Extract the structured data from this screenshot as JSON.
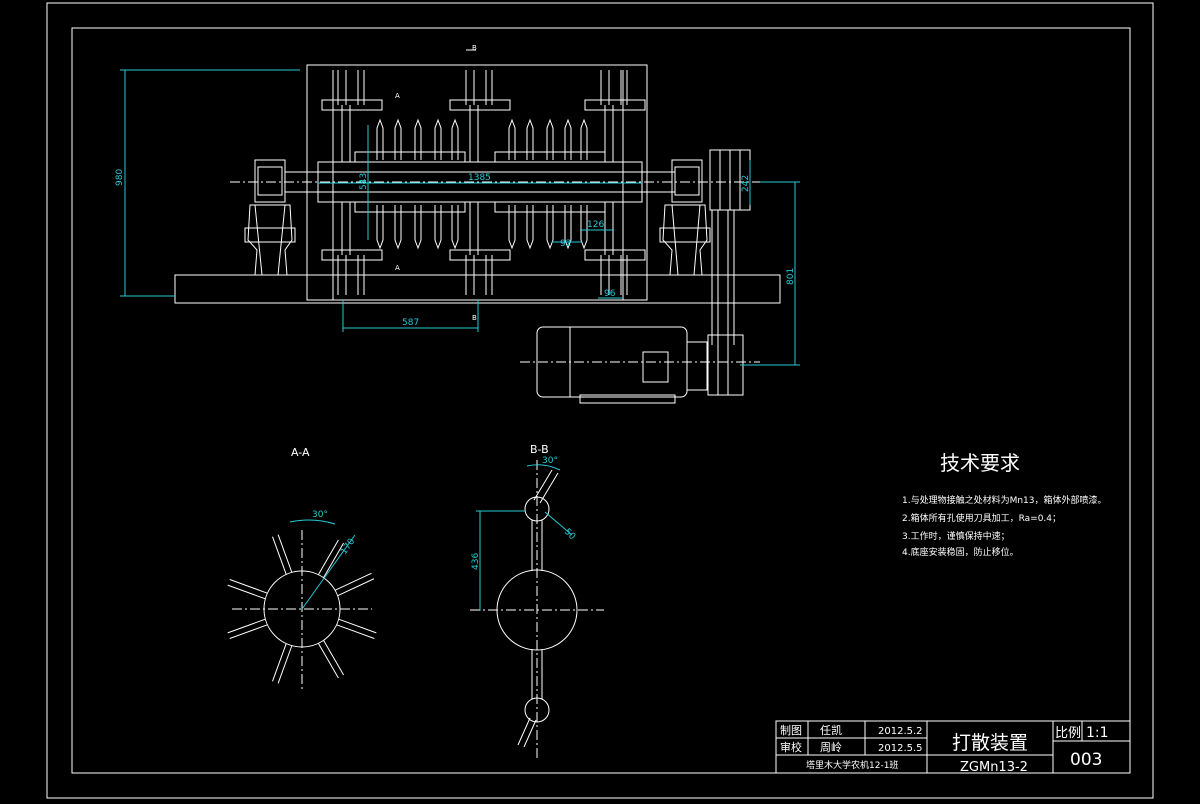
{
  "drawing": {
    "front_view": {
      "dims": {
        "height": "980",
        "center_span": "543",
        "shaft_length": "1385",
        "offset": "587",
        "pulley": "242",
        "motor_offset": "801",
        "blade_gap": "126",
        "blade_pitch": "92",
        "base_w": "96"
      },
      "section_marks": {
        "a_top": "A",
        "a_bottom": "A",
        "b_top": "B",
        "b_bottom": "B"
      }
    },
    "section_aa": {
      "title": "A-A",
      "angle": "30°",
      "radius": "170"
    },
    "section_bb": {
      "title": "B-B",
      "angle": "30°",
      "radius": "50",
      "distance": "436"
    },
    "tech_requirements": {
      "title": "技术要求",
      "items": [
        "1.与处理物接触之处材料为Mn13，箱体外部喷漆。",
        "2.箱体所有孔使用刀具加工，Ra=0.4；",
        "3.工作时，谨慎保持中速；",
        "4.底座安装稳固，防止移位。"
      ]
    },
    "title_block": {
      "draw_label": "制图",
      "drawer": "任凯",
      "draw_date": "2012.5.2",
      "check_label": "审校",
      "checker": "周岭",
      "check_date": "2012.5.5",
      "school": "塔里木大学农机12-1班",
      "part_name": "打散装置",
      "part_code": "ZGMn13-2",
      "scale_label": "比例",
      "scale": "1:1",
      "sheet": "003"
    }
  }
}
